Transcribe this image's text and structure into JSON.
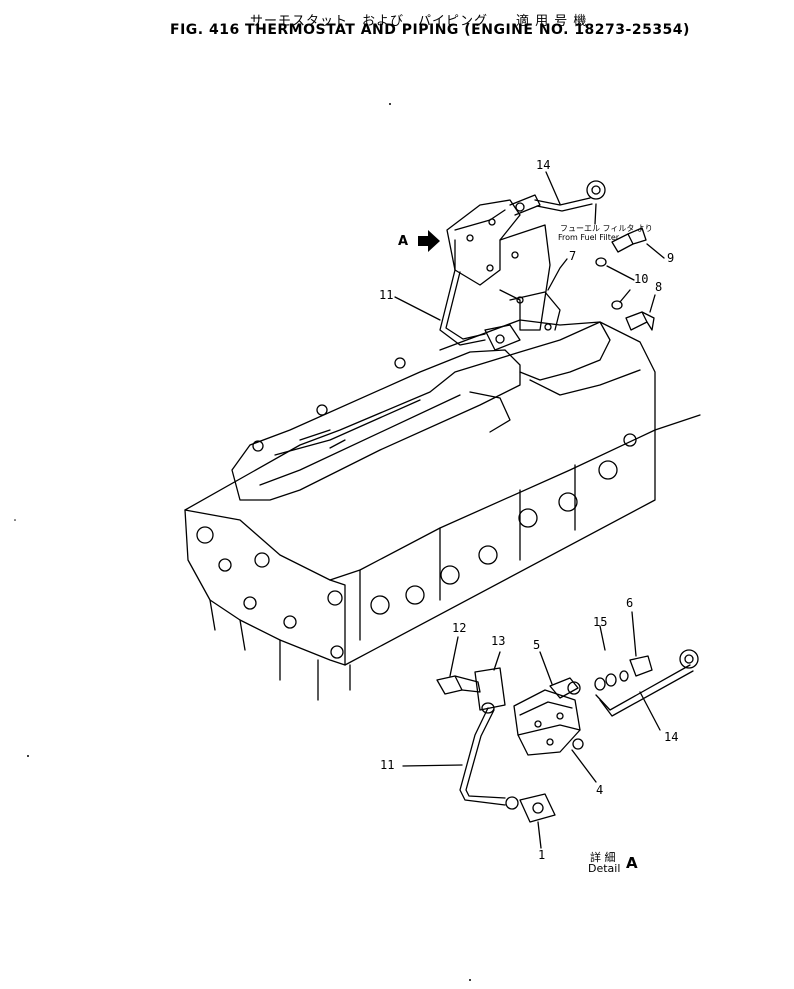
{
  "title": {
    "japanese": "サーモスタット　および　パイピング　　適 用 号 機",
    "english": "FIG. 416   THERMOSTAT AND PIPING (ENGINE NO. 18273-25354)"
  },
  "view_marker": "A",
  "notes": {
    "from_fuel_filter_jp": "フューエル フィルタ より",
    "from_fuel_filter_en": "From Fuel Filter"
  },
  "detail": {
    "japanese": "詳 細",
    "english": "Detail",
    "letter": "A"
  },
  "callouts": {
    "c1": "1",
    "c4": "4",
    "c5": "5",
    "c6": "6",
    "c7": "7",
    "c8": "8",
    "c9": "9",
    "c10": "10",
    "c11_top": "11",
    "c11_bottom": "11",
    "c12": "12",
    "c13": "13",
    "c14_top": "14",
    "c14_bottom": "14",
    "c15": "15"
  }
}
